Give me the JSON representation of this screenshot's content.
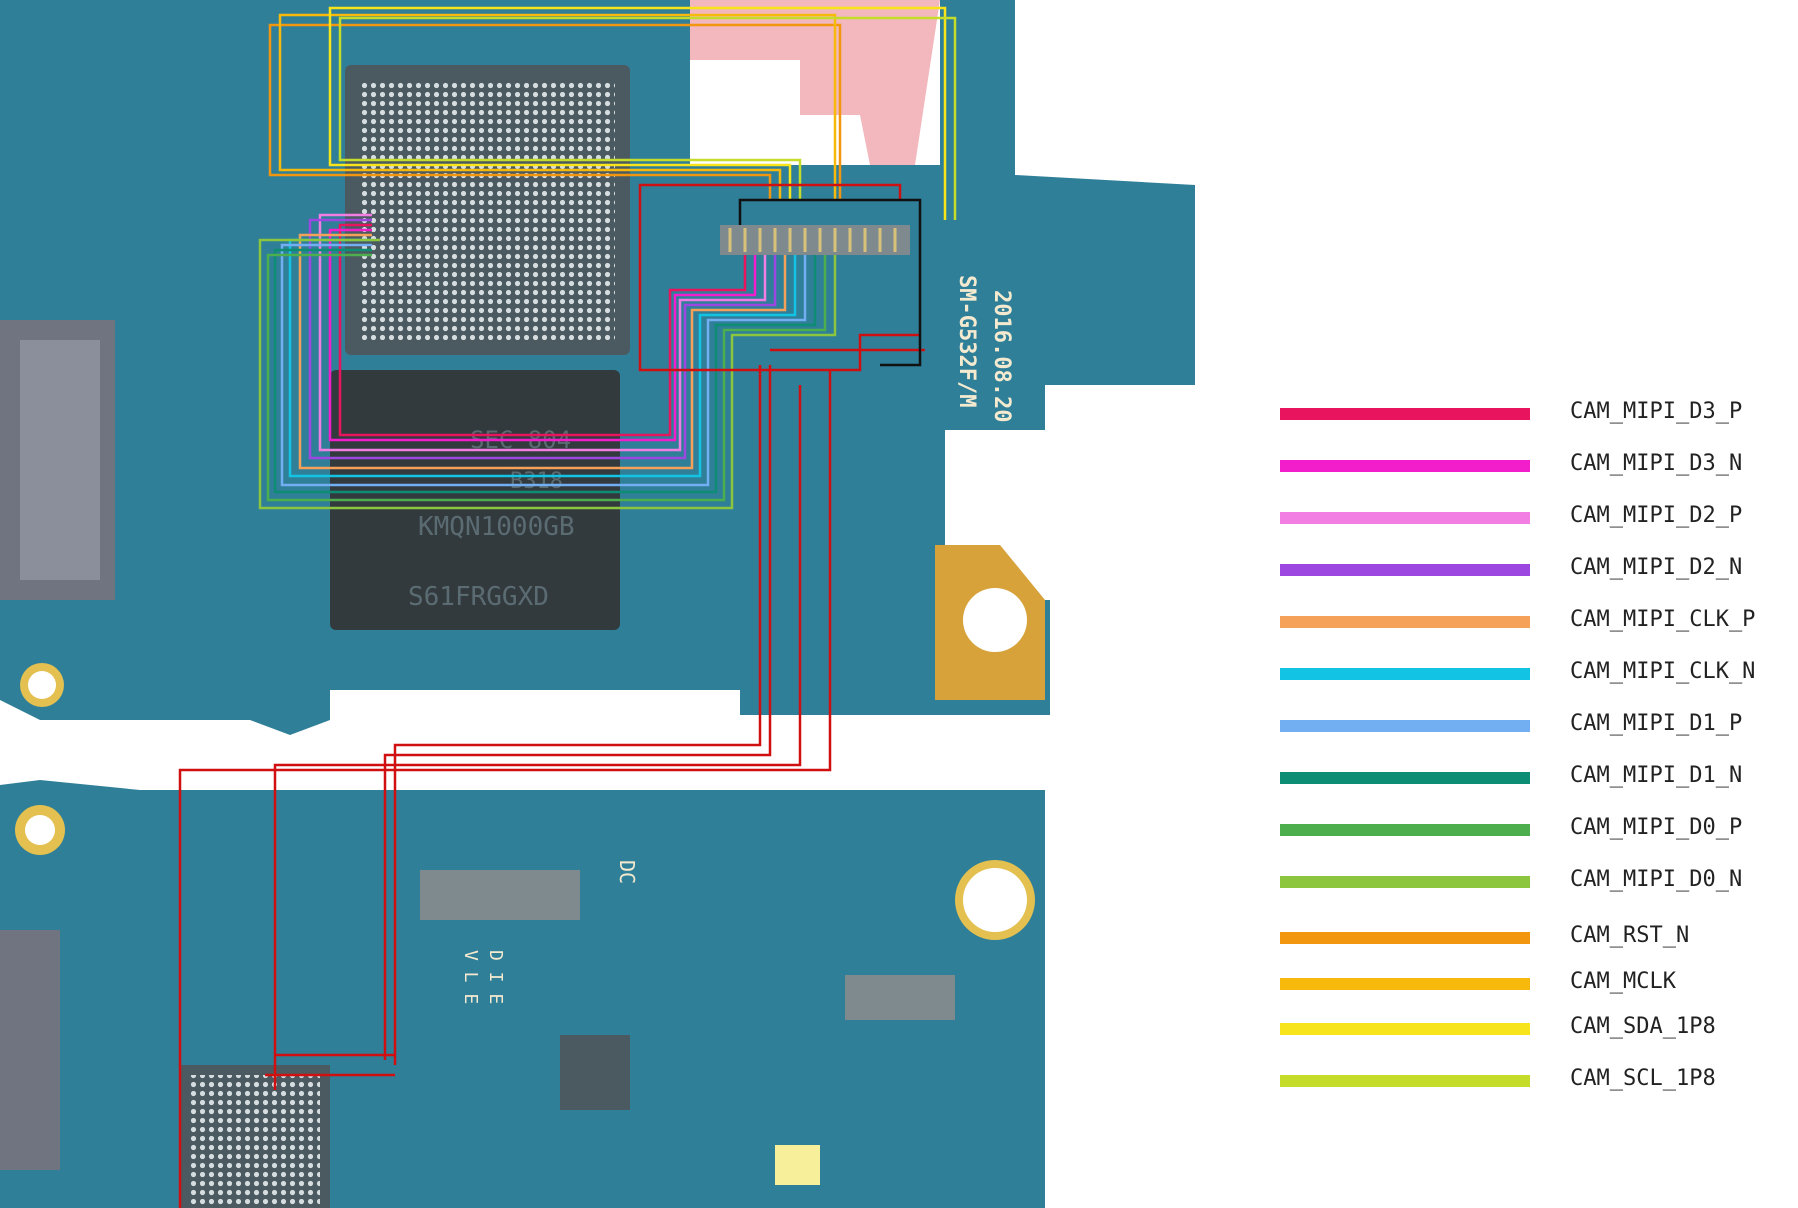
{
  "board": {
    "model_label": "SM-G532F/M",
    "date_label": "2016.08.20",
    "chip_lines": [
      "SEC 804",
      "B318",
      "KMQN1000GB",
      "S61FRGGXD"
    ],
    "pcb_color": "#2e7e98",
    "pcb_dark": "#1f5f75",
    "bottom_marks": [
      "DC",
      "D I E",
      "V L E"
    ]
  },
  "legend": [
    {
      "label": "CAM_MIPI_D3_P",
      "color": "#e8155e"
    },
    {
      "label": "CAM_MIPI_D3_N",
      "color": "#f21ecc"
    },
    {
      "label": "CAM_MIPI_D2_P",
      "color": "#f37ee3"
    },
    {
      "label": "CAM_MIPI_D2_N",
      "color": "#9c48e0"
    },
    {
      "label": "CAM_MIPI_CLK_P",
      "color": "#f5a15a"
    },
    {
      "label": "CAM_MIPI_CLK_N",
      "color": "#12c3e3"
    },
    {
      "label": "CAM_MIPI_D1_P",
      "color": "#72aef2"
    },
    {
      "label": "CAM_MIPI_D1_N",
      "color": "#0e8d75"
    },
    {
      "label": "CAM_MIPI_D0_P",
      "color": "#4cae4c"
    },
    {
      "label": "CAM_MIPI_D0_N",
      "color": "#8cc63f"
    },
    {
      "label": "CAM_RST_N",
      "color": "#f3960f"
    },
    {
      "label": "CAM_MCLK",
      "color": "#f8b90d"
    },
    {
      "label": "CAM_SDA_1P8",
      "color": "#f7e41a"
    },
    {
      "label": "CAM_SCL_1P8",
      "color": "#c6dc2b"
    }
  ],
  "trace_red": "#d01010",
  "trace_black": "#111111"
}
